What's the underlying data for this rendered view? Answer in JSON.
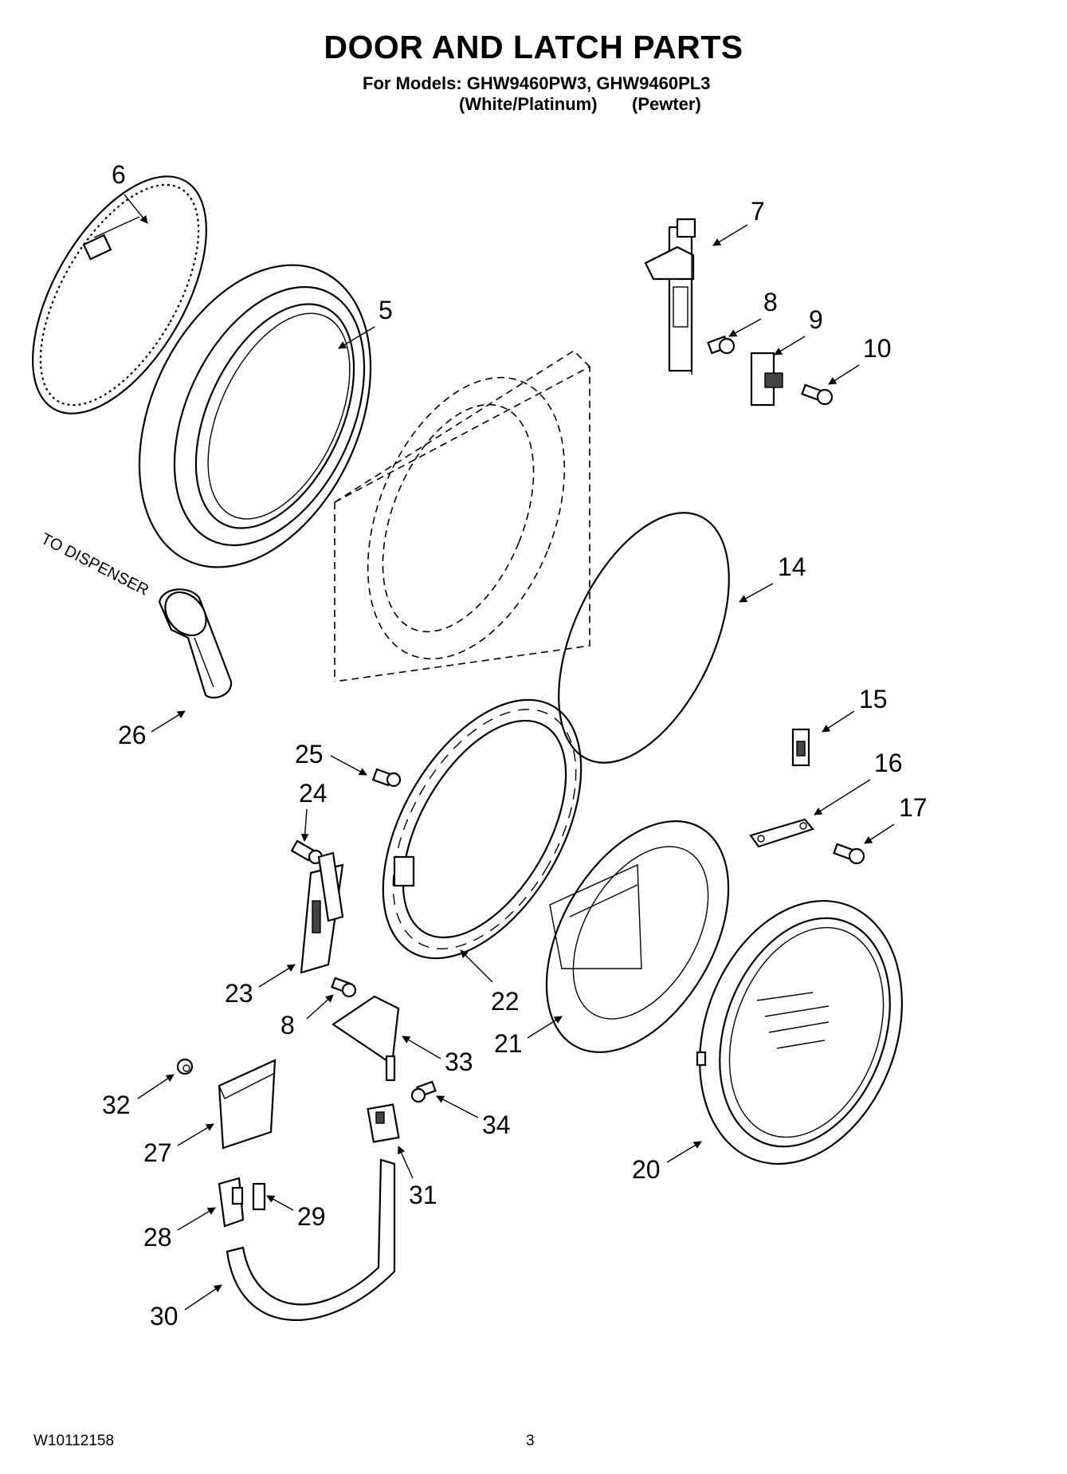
{
  "header": {
    "title": "DOOR AND LATCH PARTS",
    "models_line": "For Models: GHW9460PW3, GHW9460PL3",
    "variant_1": "(White/Platinum)",
    "variant_2": "(Pewter)"
  },
  "annotation": {
    "dispenser_label": "TO DISPENSER"
  },
  "callouts": {
    "c6": "6",
    "c5": "5",
    "c7": "7",
    "c8a": "8",
    "c9": "9",
    "c10": "10",
    "c14": "14",
    "c15": "15",
    "c16": "16",
    "c17": "17",
    "c26": "26",
    "c25": "25",
    "c24": "24",
    "c22": "22",
    "c23": "23",
    "c8b": "8",
    "c33": "33",
    "c21": "21",
    "c32": "32",
    "c34": "34",
    "c27": "27",
    "c31": "31",
    "c20": "20",
    "c28": "28",
    "c29": "29",
    "c30": "30"
  },
  "footer": {
    "document_code": "W10112158",
    "page_number": "3"
  }
}
